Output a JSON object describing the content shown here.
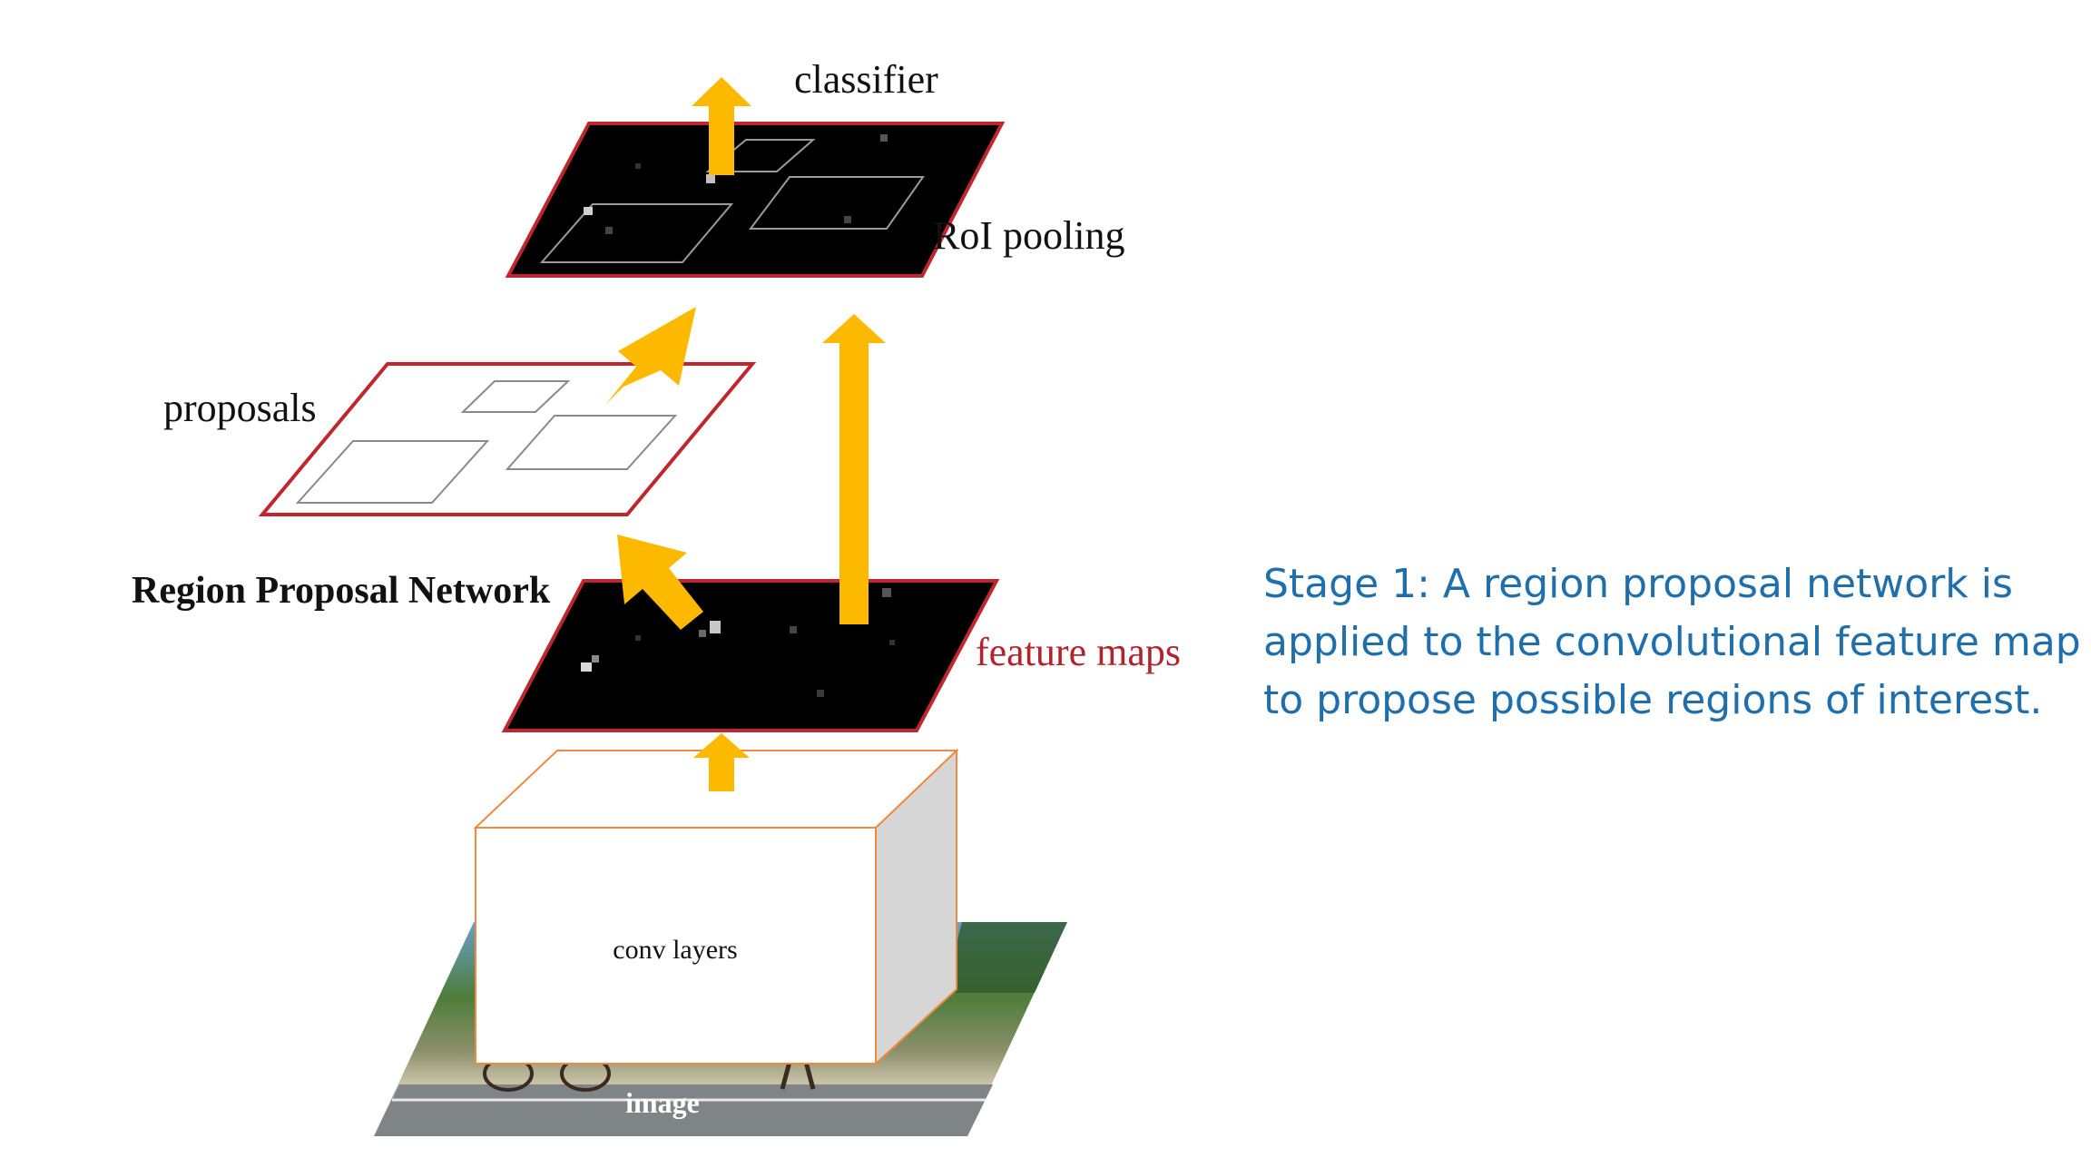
{
  "labels": {
    "classifier": "classifier",
    "roi_pooling": "RoI pooling",
    "proposals": "proposals",
    "rpn": "Region Proposal Network",
    "feature_maps": "feature maps",
    "conv_layers": "conv layers",
    "image": "image"
  },
  "caption": {
    "lines": [
      "Stage 1: A region proposal network is",
      "applied to the convolutional feature map",
      "to propose possible regions of interest."
    ]
  },
  "colors": {
    "arrow": "#fcb900",
    "plane_border_red": "#c0272d",
    "feature_map_fill": "#000000",
    "conv_border": "#f08a40",
    "caption": "#1f6fad",
    "feature_maps_label": "#b3232b"
  }
}
